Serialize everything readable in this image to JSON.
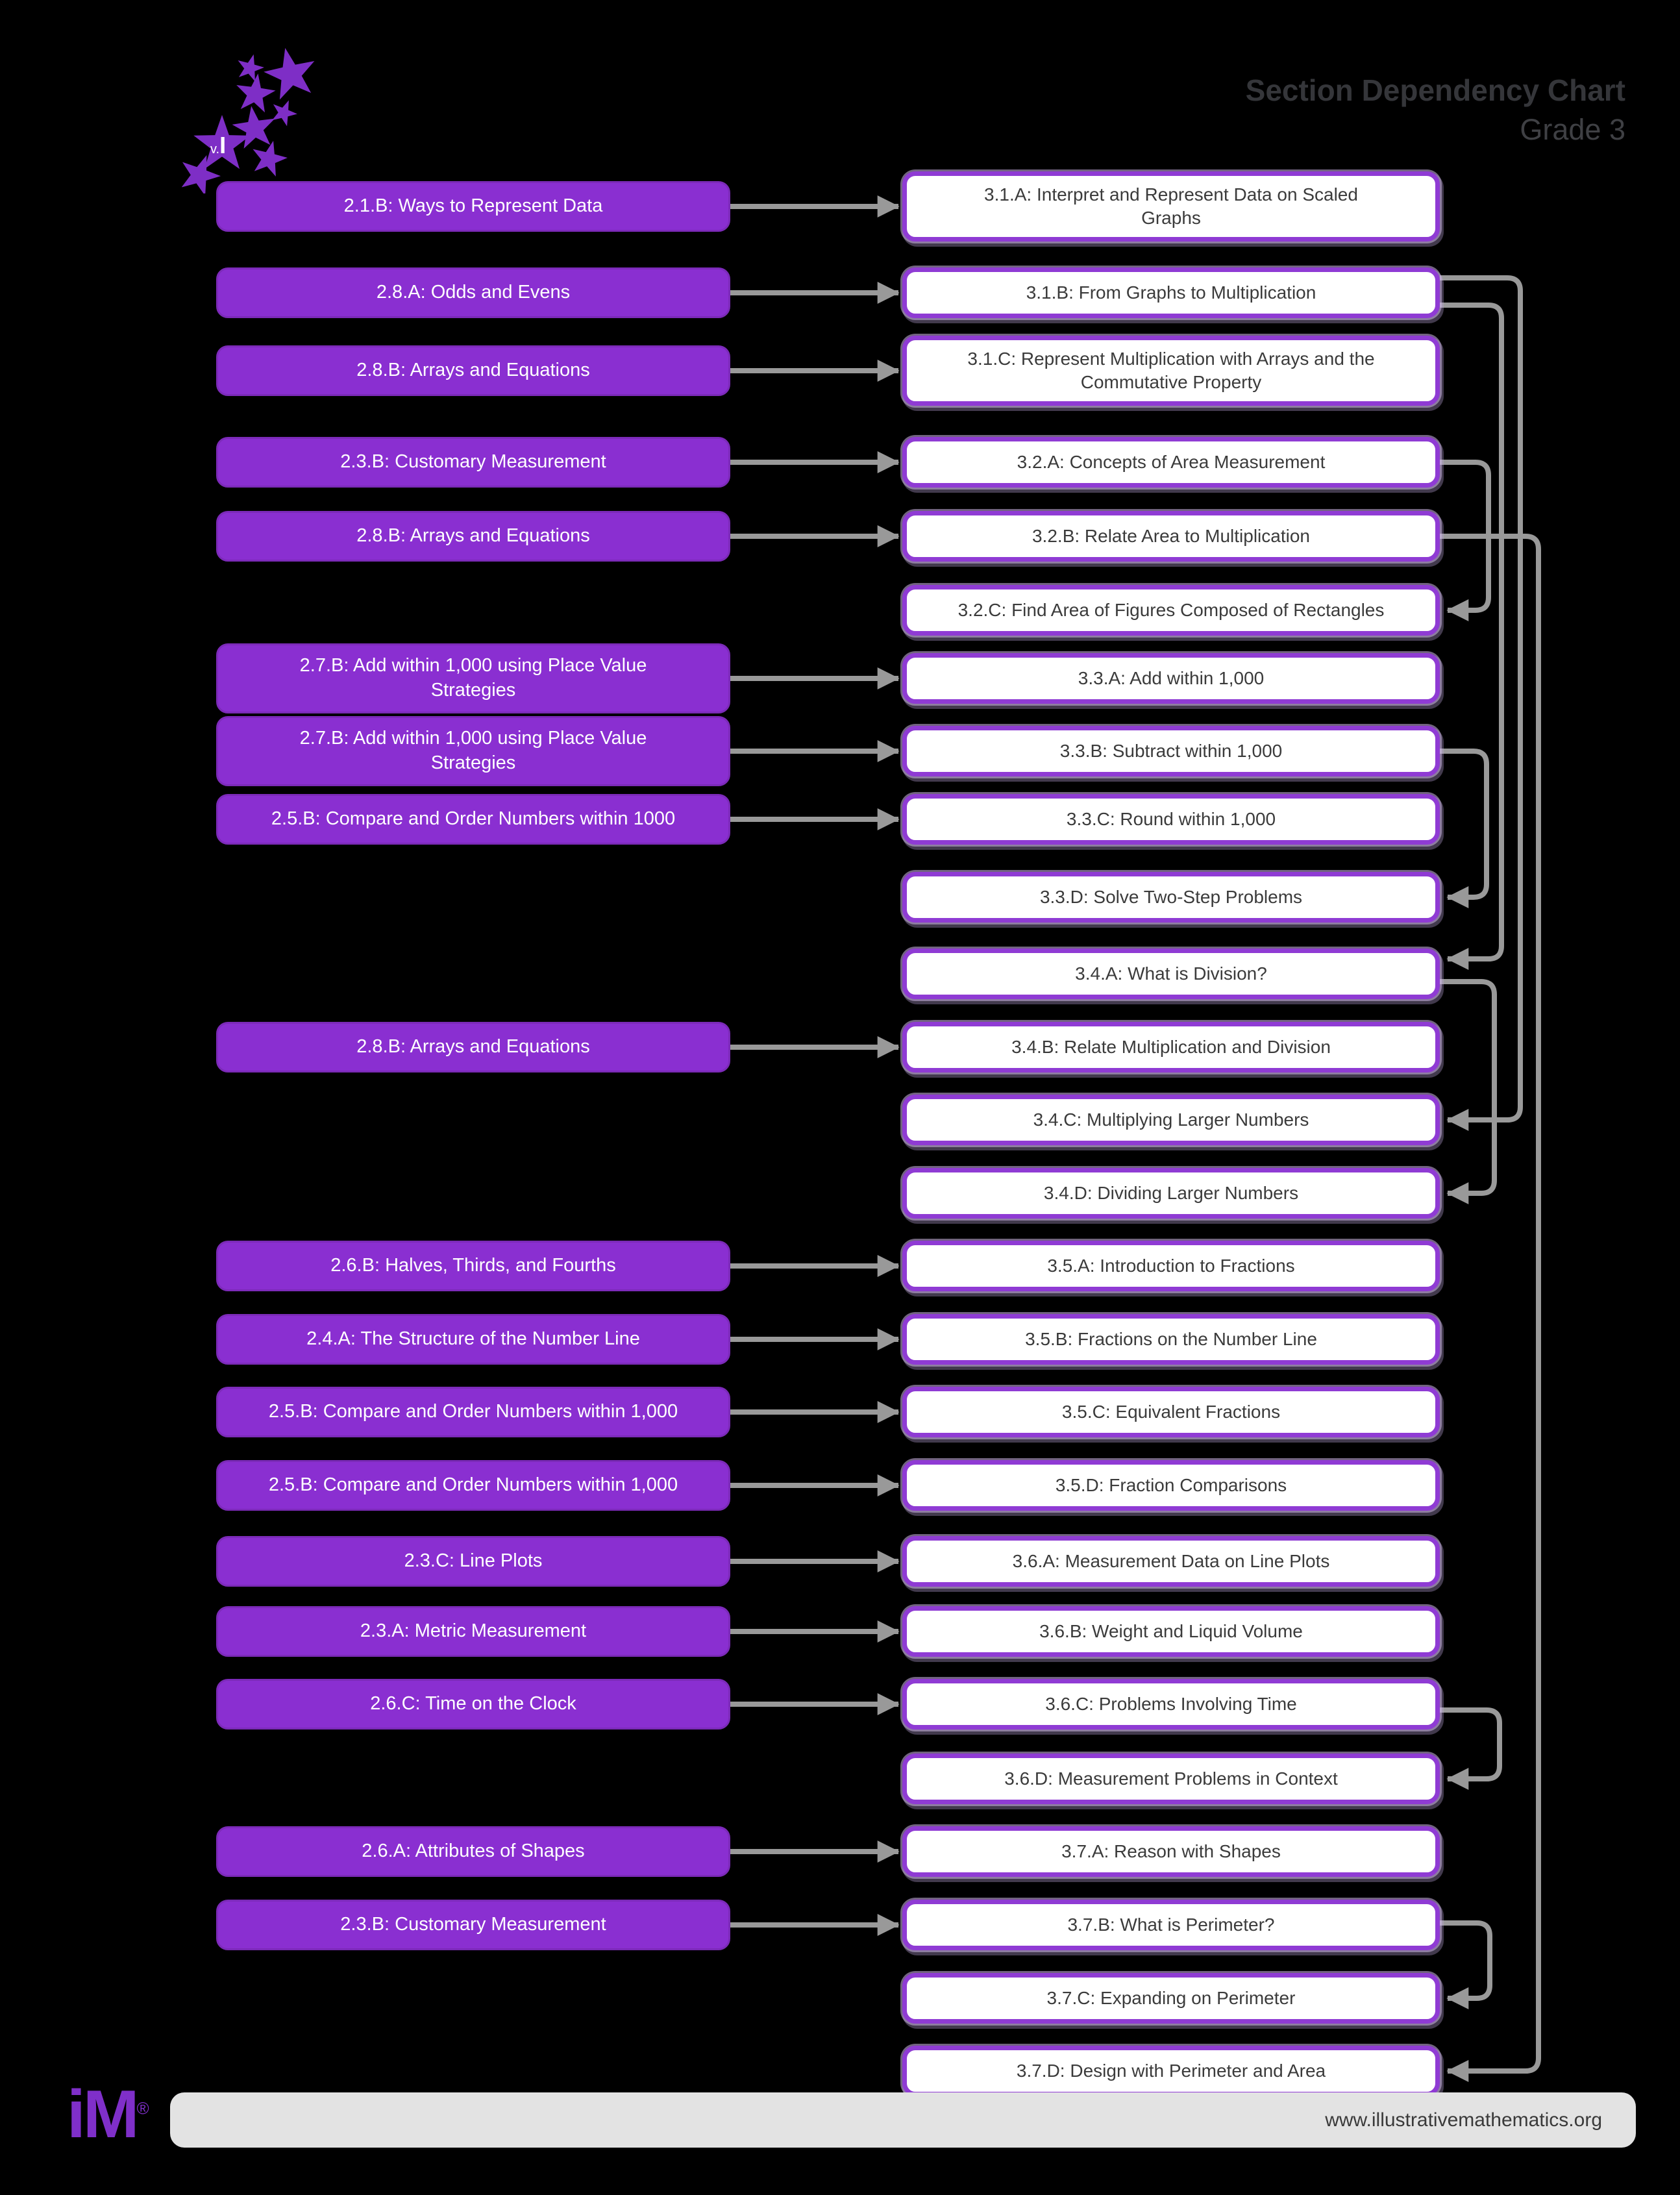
{
  "header": {
    "title": "Section Dependency Chart",
    "subtitle": "Grade 3"
  },
  "logo": {
    "star_label_small": "v.",
    "star_label_big": "I"
  },
  "footer": {
    "url": "www.illustrativemathematics.org",
    "brand": "iM",
    "registered_mark": "®"
  },
  "colors": {
    "background": "#000000",
    "grade2_box_fill": "#8a2fd1",
    "grade3_box_border": "#8f3bd4",
    "grade3_box_fill": "#ffffff",
    "connector_gray": "#999999",
    "title_text": "#35363a",
    "footer_bar": "#e3e3e3",
    "logo_purple": "#7f2fc9"
  },
  "rows": [
    {
      "left": "2.1.B: Ways to Represent Data",
      "right": "3.1.A: Interpret and Represent Data on Scaled\nGraphs"
    },
    {
      "left": "2.8.A: Odds and Evens",
      "right": "3.1.B: From Graphs to Multiplication"
    },
    {
      "left": "2.8.B: Arrays and Equations",
      "right": "3.1.C: Represent Multiplication with Arrays and the\nCommutative Property"
    },
    {
      "left": "2.3.B: Customary Measurement",
      "right": "3.2.A: Concepts of Area Measurement"
    },
    {
      "left": "2.8.B: Arrays and Equations",
      "right": "3.2.B: Relate Area to Multiplication"
    },
    {
      "left": null,
      "right": "3.2.C: Find Area of Figures Composed of Rectangles"
    },
    {
      "left": "2.7.B: Add within 1,000 using Place Value\nStrategies",
      "right": "3.3.A: Add within 1,000"
    },
    {
      "left": "2.7.B: Add within 1,000 using Place Value\nStrategies",
      "right": "3.3.B: Subtract within 1,000"
    },
    {
      "left": "2.5.B: Compare and Order Numbers within 1000",
      "right": "3.3.C: Round within 1,000"
    },
    {
      "left": null,
      "right": "3.3.D: Solve Two-Step Problems"
    },
    {
      "left": null,
      "right": "3.4.A: What is Division?"
    },
    {
      "left": "2.8.B: Arrays and Equations",
      "right": "3.4.B: Relate Multiplication and Division"
    },
    {
      "left": null,
      "right": "3.4.C: Multiplying Larger Numbers"
    },
    {
      "left": null,
      "right": "3.4.D: Dividing Larger Numbers"
    },
    {
      "left": "2.6.B: Halves, Thirds, and Fourths",
      "right": "3.5.A: Introduction to Fractions"
    },
    {
      "left": "2.4.A: The Structure of the Number Line",
      "right": "3.5.B: Fractions on the Number Line"
    },
    {
      "left": "2.5.B: Compare and Order Numbers within 1,000",
      "right": "3.5.C: Equivalent Fractions"
    },
    {
      "left": "2.5.B: Compare and Order Numbers within 1,000",
      "right": "3.5.D: Fraction Comparisons"
    },
    {
      "left": "2.3.C: Line Plots",
      "right": "3.6.A: Measurement Data on Line Plots"
    },
    {
      "left": "2.3.A: Metric Measurement",
      "right": "3.6.B: Weight and Liquid Volume"
    },
    {
      "left": "2.6.C: Time on the Clock",
      "right": "3.6.C: Problems Involving Time"
    },
    {
      "left": null,
      "right": "3.6.D: Measurement Problems in Context"
    },
    {
      "left": "2.6.A: Attributes of Shapes",
      "right": "3.7.A: Reason with Shapes"
    },
    {
      "left": "2.3.B: Customary Measurement",
      "right": "3.7.B: What is Perimeter?"
    },
    {
      "left": null,
      "right": "3.7.C: Expanding on Perimeter"
    },
    {
      "left": null,
      "right": "3.7.D: Design with Perimeter and Area"
    }
  ],
  "dependencies": [
    {
      "from": "3.1.B",
      "to": "3.4.A"
    },
    {
      "from": "3.1.B",
      "to": "3.4.C"
    },
    {
      "from": "3.2.A",
      "to": "3.2.C"
    },
    {
      "from": "3.2.B",
      "to": "3.7.D"
    },
    {
      "from": "3.3.B",
      "to": "3.3.D"
    },
    {
      "from": "3.4.A",
      "to": "3.4.D"
    },
    {
      "from": "3.6.C",
      "to": "3.6.D"
    },
    {
      "from": "3.7.B",
      "to": "3.7.C"
    }
  ]
}
